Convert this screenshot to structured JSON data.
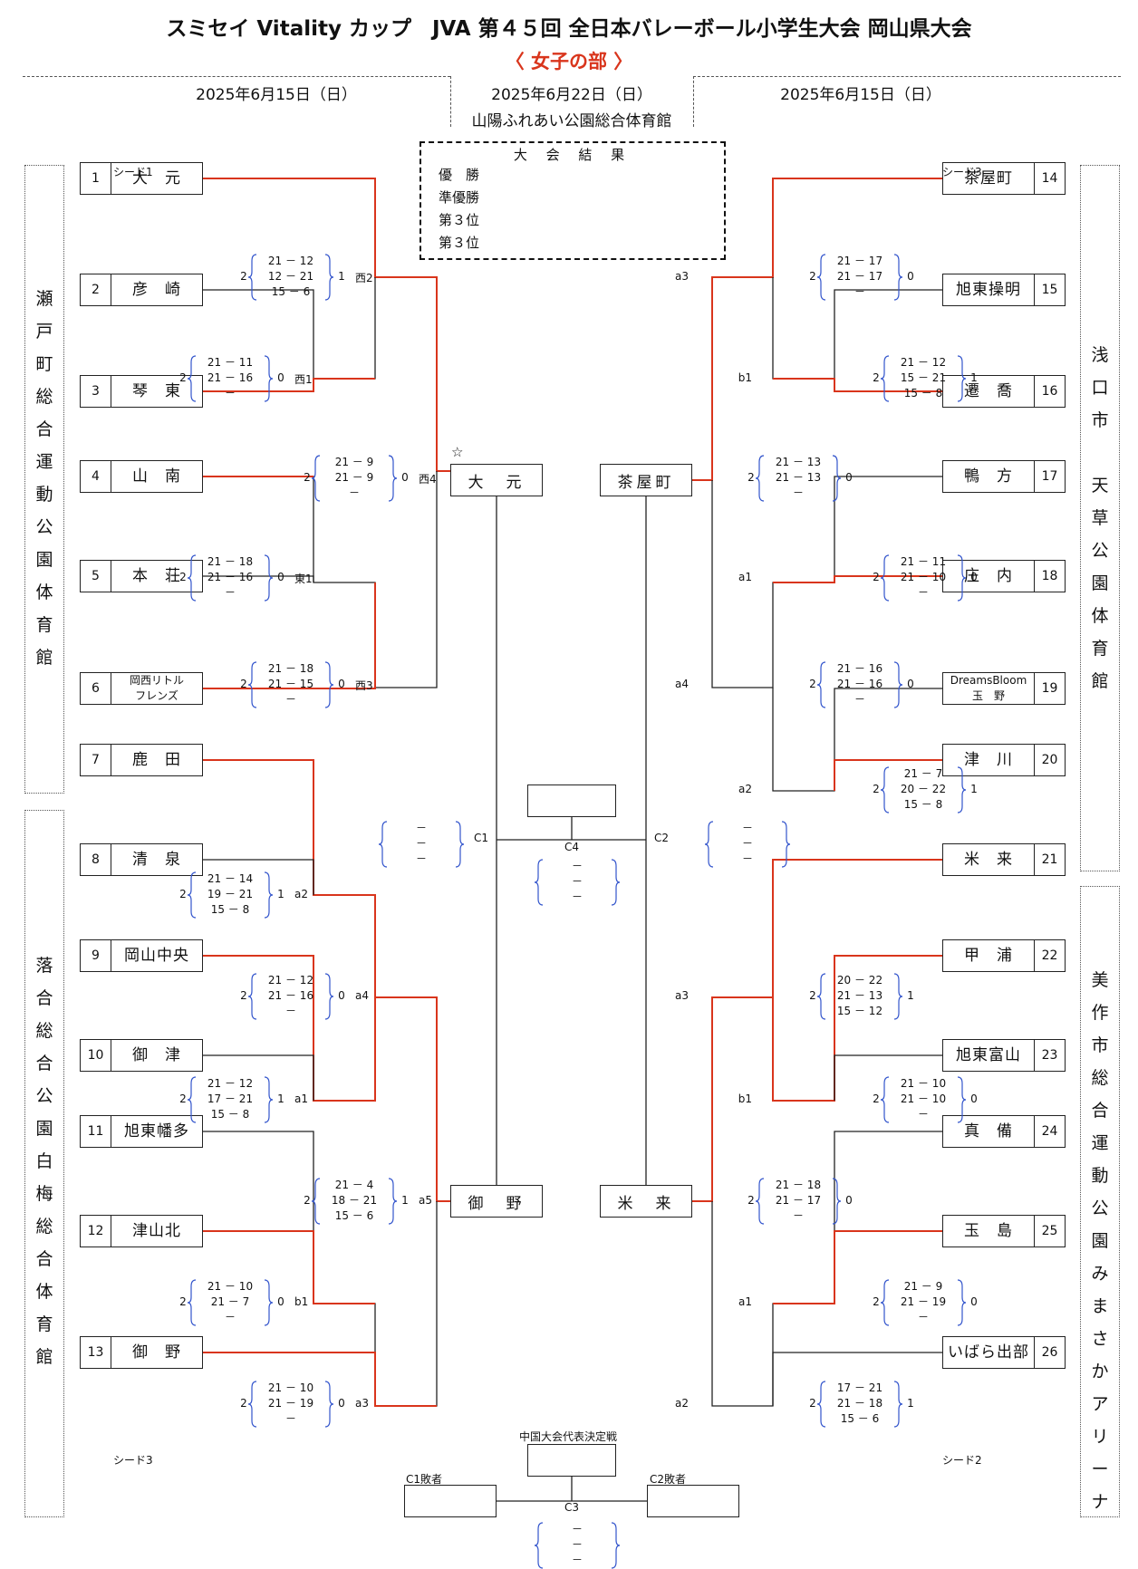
{
  "title": "スミセイ Vitality カップ　JVA 第４５回 全日本バレーボール小学生大会 岡山県大会",
  "subtitle": "〈 女子の部 〉",
  "dates": {
    "left": "2025年6月15日（日）",
    "center": "2025年6月22日（日）",
    "center_venue": "山陽ふれあい公園総合体育館",
    "right": "2025年6月15日（日）"
  },
  "result_box": {
    "title": "大 会 結 果",
    "items": [
      "優　勝",
      "準優勝",
      "第３位",
      "第３位"
    ]
  },
  "venues": {
    "left_top": "瀬戸町総合運動公園体育館",
    "left_bottom": "落合総合公園白梅総合体育館",
    "right_top": "浅口市　天草公園体育館",
    "right_bottom": "美作市総合運動公園みまさかアリーナ"
  },
  "seeds": {
    "s1": "シード1",
    "s3l": "シード3",
    "s3r": "シード3",
    "s2": "シード2"
  },
  "teams": [
    {
      "no": "1",
      "name": "大　元"
    },
    {
      "no": "2",
      "name": "彦　崎"
    },
    {
      "no": "3",
      "name": "琴　東"
    },
    {
      "no": "4",
      "name": "山　南"
    },
    {
      "no": "5",
      "name": "本　荘"
    },
    {
      "no": "6",
      "name": "岡西リトル\nフレンズ"
    },
    {
      "no": "7",
      "name": "鹿　田"
    },
    {
      "no": "8",
      "name": "清　泉"
    },
    {
      "no": "9",
      "name": "岡山中央"
    },
    {
      "no": "10",
      "name": "御　津"
    },
    {
      "no": "11",
      "name": "旭東幡多"
    },
    {
      "no": "12",
      "name": "津山北"
    },
    {
      "no": "13",
      "name": "御　野"
    },
    {
      "no": "14",
      "name": "茶屋町"
    },
    {
      "no": "15",
      "name": "旭東操明"
    },
    {
      "no": "16",
      "name": "遷　喬"
    },
    {
      "no": "17",
      "name": "鴨　方"
    },
    {
      "no": "18",
      "name": "庄　内"
    },
    {
      "no": "19",
      "name": "DreamsBloom\n玉　野"
    },
    {
      "no": "20",
      "name": "津　川"
    },
    {
      "no": "21",
      "name": "米　来"
    },
    {
      "no": "22",
      "name": "甲　浦"
    },
    {
      "no": "23",
      "name": "旭東富山"
    },
    {
      "no": "24",
      "name": "真　備"
    },
    {
      "no": "25",
      "name": "玉　島"
    },
    {
      "no": "26",
      "name": "いばら出部"
    }
  ],
  "final_four": {
    "ul": "大　元",
    "ur": "茶屋町",
    "ll": "御　野",
    "lr": "米　来"
  },
  "star": "☆",
  "matches": [
    {
      "code": "西2",
      "w": "2",
      "l": "1",
      "sets": [
        "21 － 12",
        "12 － 21",
        "15 － 6"
      ]
    },
    {
      "code": "西1",
      "w": "2",
      "l": "0",
      "sets": [
        "21 － 11",
        "21 － 16",
        "－"
      ]
    },
    {
      "code": "西4",
      "w": "2",
      "l": "0",
      "sets": [
        "21 － 9",
        "21 － 9",
        "－"
      ]
    },
    {
      "code": "東1",
      "w": "2",
      "l": "0",
      "sets": [
        "21 － 18",
        "21 － 16",
        "－"
      ]
    },
    {
      "code": "西3",
      "w": "2",
      "l": "0",
      "sets": [
        "21 － 18",
        "21 － 15",
        "－"
      ]
    },
    {
      "code": "a2",
      "w": "2",
      "l": "1",
      "sets": [
        "21 － 14",
        "19 － 21",
        "15 － 8"
      ]
    },
    {
      "code": "a4",
      "w": "2",
      "l": "0",
      "sets": [
        "21 － 12",
        "21 － 16",
        "－"
      ]
    },
    {
      "code": "a1",
      "w": "2",
      "l": "1",
      "sets": [
        "21 － 12",
        "17 － 21",
        "15 － 8"
      ]
    },
    {
      "code": "a5",
      "w": "2",
      "l": "1",
      "sets": [
        "21 － 4",
        "18 － 21",
        "15 － 6"
      ]
    },
    {
      "code": "b1",
      "w": "2",
      "l": "0",
      "sets": [
        "21 － 10",
        "21 － 7",
        "－"
      ]
    },
    {
      "code": "a3",
      "w": "2",
      "l": "0",
      "sets": [
        "21 － 10",
        "21 － 19",
        "－"
      ]
    },
    {
      "code": "a3",
      "w": "2",
      "l": "0",
      "sets": [
        "21 － 17",
        "21 － 17",
        "－"
      ]
    },
    {
      "code": "b1",
      "w": "2",
      "l": "1",
      "sets": [
        "21 － 12",
        "15 － 21",
        "15 － 8"
      ]
    },
    {
      "code": "a5",
      "w": "2",
      "l": "0",
      "sets": [
        "21 － 13",
        "21 － 13",
        "－"
      ]
    },
    {
      "code": "a1",
      "w": "2",
      "l": "0",
      "sets": [
        "21 － 11",
        "21 － 10",
        "－"
      ]
    },
    {
      "code": "a4",
      "w": "2",
      "l": "0",
      "sets": [
        "21 － 16",
        "21 － 16",
        "－"
      ]
    },
    {
      "code": "a2",
      "w": "2",
      "l": "1",
      "sets": [
        "21 － 7",
        "20 － 22",
        "15 － 8"
      ]
    },
    {
      "code": "a3",
      "w": "2",
      "l": "1",
      "sets": [
        "20 － 22",
        "21 － 13",
        "15 － 12"
      ]
    },
    {
      "code": "b1",
      "w": "2",
      "l": "0",
      "sets": [
        "21 － 10",
        "21 － 10",
        "－"
      ]
    },
    {
      "code": "a4",
      "w": "2",
      "l": "0",
      "sets": [
        "21 － 18",
        "21 － 17",
        "－"
      ]
    },
    {
      "code": "a1",
      "w": "2",
      "l": "0",
      "sets": [
        "21 － 9",
        "21 － 19",
        "－"
      ]
    },
    {
      "code": "a2",
      "w": "2",
      "l": "1",
      "sets": [
        "17 － 21",
        "21 － 18",
        "15 － 6"
      ]
    }
  ],
  "center": {
    "c1": "C1",
    "c2": "C2",
    "c3": "C3",
    "c4": "C4",
    "dash": "－",
    "c1_loser": "C1敗者",
    "c2_loser": "C2敗者",
    "chugoku": "中国大会代表決定戦"
  },
  "colors": {
    "win": "#d9351c",
    "line": "#222222",
    "bracket": "#3355cc"
  }
}
